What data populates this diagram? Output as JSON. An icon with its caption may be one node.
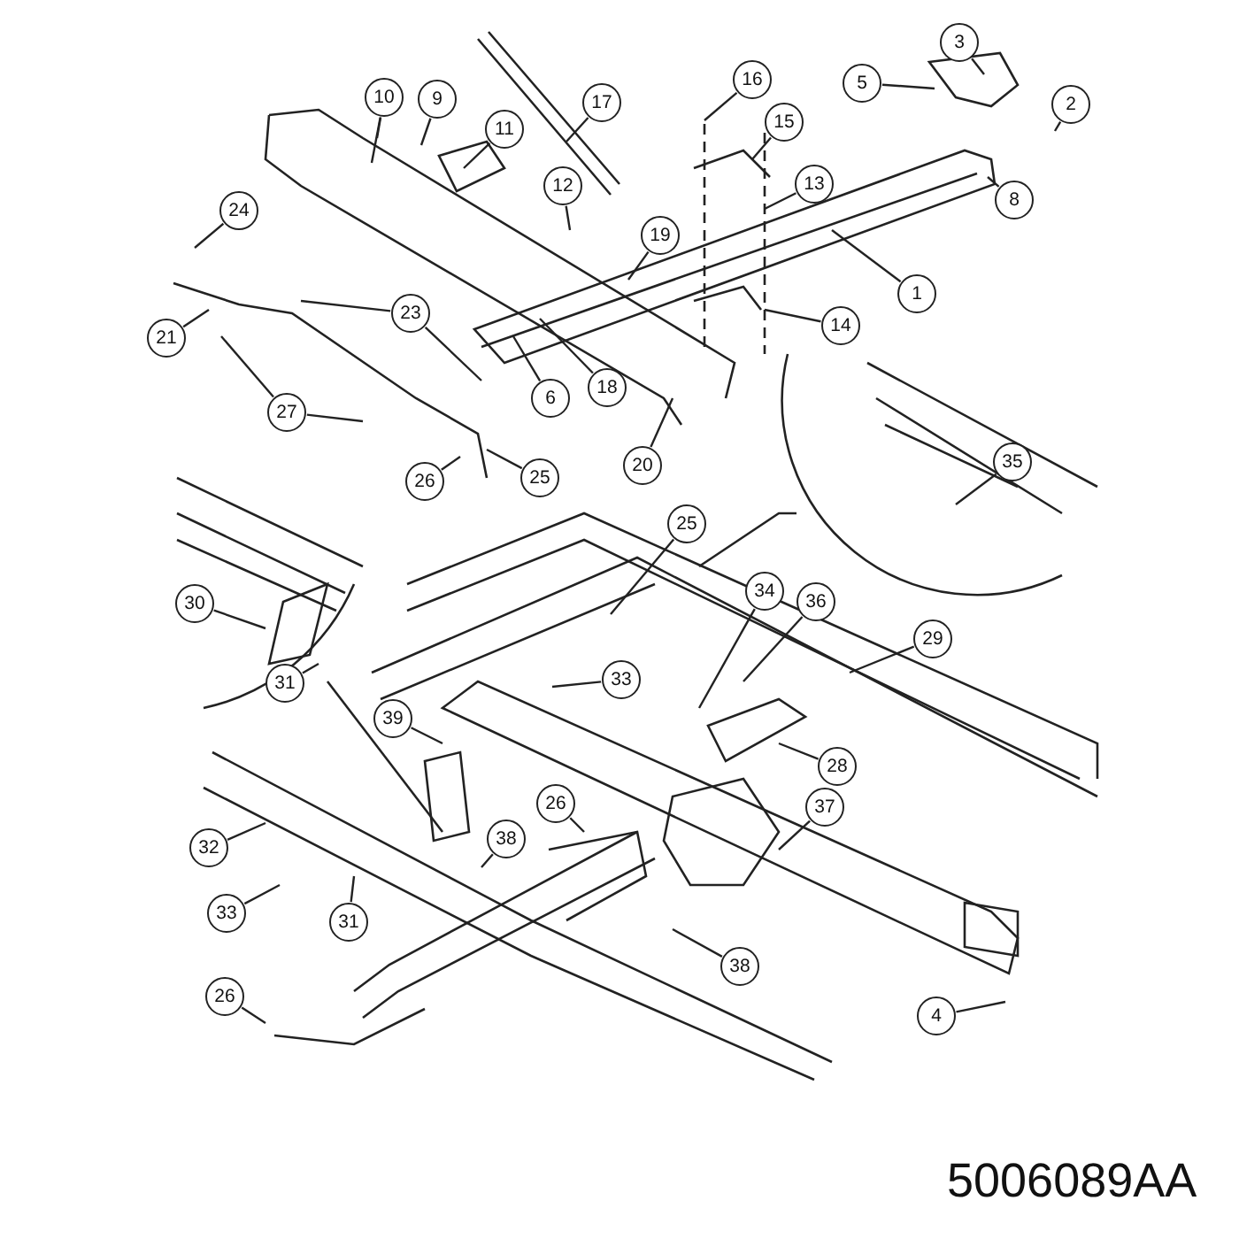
{
  "diagram": {
    "nodes": [
      {
        "text": [
          "3"
        ]
      },
      {
        "text": [
          "5"
        ]
      },
      {
        "text": [
          "2"
        ]
      },
      {
        "text": [
          "8"
        ]
      },
      {
        "text": [
          "16"
        ]
      },
      {
        "text": [
          "15"
        ]
      },
      {
        "text": [
          "13"
        ]
      },
      {
        "text": [
          "1"
        ]
      },
      {
        "text": [
          "14"
        ]
      },
      {
        "text": [
          "10"
        ]
      },
      {
        "text": [
          "9"
        ]
      },
      {
        "text": [
          "11"
        ]
      },
      {
        "text": [
          "17"
        ]
      },
      {
        "text": [
          "12"
        ]
      },
      {
        "text": [
          "19"
        ]
      },
      {
        "text": [
          "24"
        ]
      },
      {
        "text": [
          "21"
        ]
      },
      {
        "text": [
          "23"
        ]
      },
      {
        "text": [
          "6"
        ]
      },
      {
        "text": [
          "18"
        ]
      },
      {
        "text": [
          "20"
        ]
      },
      {
        "text": [
          "27"
        ]
      },
      {
        "text": [
          "26"
        ]
      },
      {
        "text": [
          "25"
        ]
      },
      {
        "text": [
          "35"
        ]
      },
      {
        "text": [
          "25"
        ]
      },
      {
        "text": [
          "34"
        ]
      },
      {
        "text": [
          "36"
        ]
      },
      {
        "text": [
          "29"
        ]
      },
      {
        "text": [
          "33"
        ]
      },
      {
        "text": [
          "30"
        ]
      },
      {
        "text": [
          "31"
        ]
      },
      {
        "text": [
          "39"
        ]
      },
      {
        "text": [
          "28"
        ]
      },
      {
        "text": [
          "26"
        ]
      },
      {
        "text": [
          "37"
        ]
      },
      {
        "text": [
          "32"
        ]
      },
      {
        "text": [
          "38"
        ]
      },
      {
        "text": [
          "33"
        ]
      },
      {
        "text": [
          "31"
        ]
      },
      {
        "text": [
          "38"
        ]
      },
      {
        "text": [
          "26"
        ]
      },
      {
        "text": [
          "4"
        ]
      }
    ],
    "edges": [
      {
        "from": 0,
        "to": null,
        "arrow": "none"
      },
      {
        "from": 1,
        "to": null,
        "arrow": "none"
      },
      {
        "from": 2,
        "to": null,
        "arrow": "none"
      },
      {
        "from": 3,
        "to": null,
        "arrow": "none"
      },
      {
        "from": 4,
        "to": null,
        "arrow": "none"
      },
      {
        "from": 5,
        "to": null,
        "arrow": "none"
      },
      {
        "from": 6,
        "to": null,
        "arrow": "none"
      },
      {
        "from": 7,
        "to": null,
        "arrow": "none"
      },
      {
        "from": 8,
        "to": null,
        "arrow": "none"
      },
      {
        "from": 9,
        "to": null,
        "arrow": "none"
      },
      {
        "from": 9,
        "to": null,
        "arrow": "none"
      },
      {
        "from": 10,
        "to": null,
        "arrow": "none"
      },
      {
        "from": 11,
        "to": null,
        "arrow": "none"
      },
      {
        "from": 12,
        "to": null,
        "arrow": "none"
      },
      {
        "from": 13,
        "to": null,
        "arrow": "none"
      },
      {
        "from": 14,
        "to": null,
        "arrow": "none"
      },
      {
        "from": 15,
        "to": null,
        "arrow": "none"
      },
      {
        "from": 16,
        "to": null,
        "arrow": "none"
      },
      {
        "from": 17,
        "to": null,
        "arrow": "none"
      },
      {
        "from": 17,
        "to": null,
        "arrow": "none"
      },
      {
        "from": 18,
        "to": null,
        "arrow": "none"
      },
      {
        "from": 19,
        "to": null,
        "arrow": "none"
      },
      {
        "from": 20,
        "to": null,
        "arrow": "none"
      },
      {
        "from": 21,
        "to": null,
        "arrow": "none"
      },
      {
        "from": 21,
        "to": null,
        "arrow": "none"
      },
      {
        "from": 22,
        "to": null,
        "arrow": "none"
      },
      {
        "from": 23,
        "to": null,
        "arrow": "none"
      },
      {
        "from": 24,
        "to": null,
        "arrow": "none"
      },
      {
        "from": 25,
        "to": null,
        "arrow": "none"
      },
      {
        "from": 26,
        "to": null,
        "arrow": "none"
      },
      {
        "from": 27,
        "to": null,
        "arrow": "none"
      },
      {
        "from": 28,
        "to": null,
        "arrow": "none"
      },
      {
        "from": 29,
        "to": null,
        "arrow": "none"
      },
      {
        "from": 30,
        "to": null,
        "arrow": "none"
      },
      {
        "from": 31,
        "to": null,
        "arrow": "none"
      },
      {
        "from": 32,
        "to": null,
        "arrow": "none"
      },
      {
        "from": 33,
        "to": null,
        "arrow": "none"
      },
      {
        "from": 34,
        "to": null,
        "arrow": "none"
      },
      {
        "from": 35,
        "to": null,
        "arrow": "none"
      },
      {
        "from": 36,
        "to": null,
        "arrow": "none"
      },
      {
        "from": 37,
        "to": null,
        "arrow": "none"
      },
      {
        "from": 38,
        "to": null,
        "arrow": "none"
      },
      {
        "from": 39,
        "to": null,
        "arrow": "none"
      },
      {
        "from": 40,
        "to": null,
        "arrow": "none"
      },
      {
        "from": 41,
        "to": null,
        "arrow": "none"
      },
      {
        "from": 42,
        "to": null,
        "arrow": "none"
      }
    ],
    "labels": [
      "5006089AA"
    ]
  }
}
